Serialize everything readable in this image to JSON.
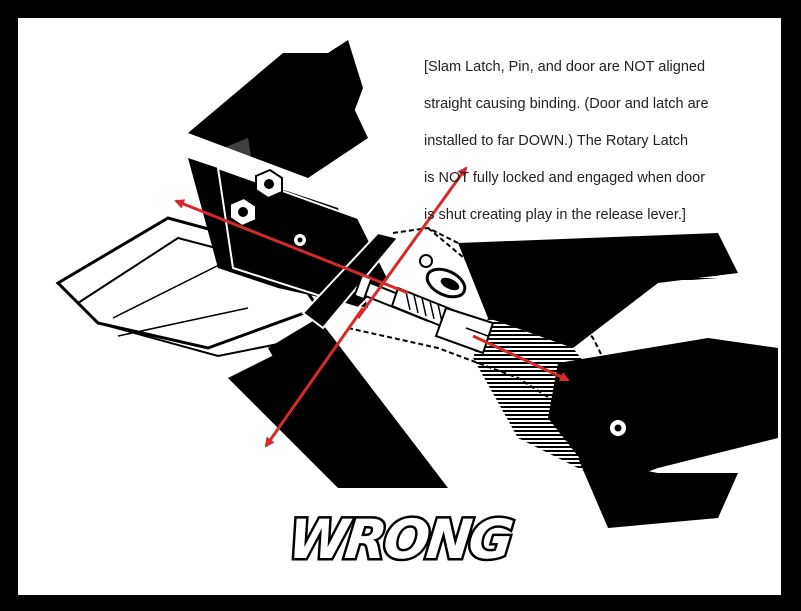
{
  "caption": {
    "lines": [
      "[Slam Latch, Pin, and door are NOT aligned",
      " straight causing binding. (Door and latch are",
      " installed to far DOWN.) The Rotary Latch",
      " is NOT fully locked and engaged when door",
      " is shut creating play in the release lever.]"
    ]
  },
  "title": "WRONG",
  "colors": {
    "frame": "#000000",
    "background": "#ffffff",
    "arrow": "#d62a2a",
    "ink": "#000000"
  },
  "icons": [
    "hex-bolt-icon",
    "round-bolt-icon",
    "latch-pin-icon",
    "rotary-latch-icon"
  ]
}
